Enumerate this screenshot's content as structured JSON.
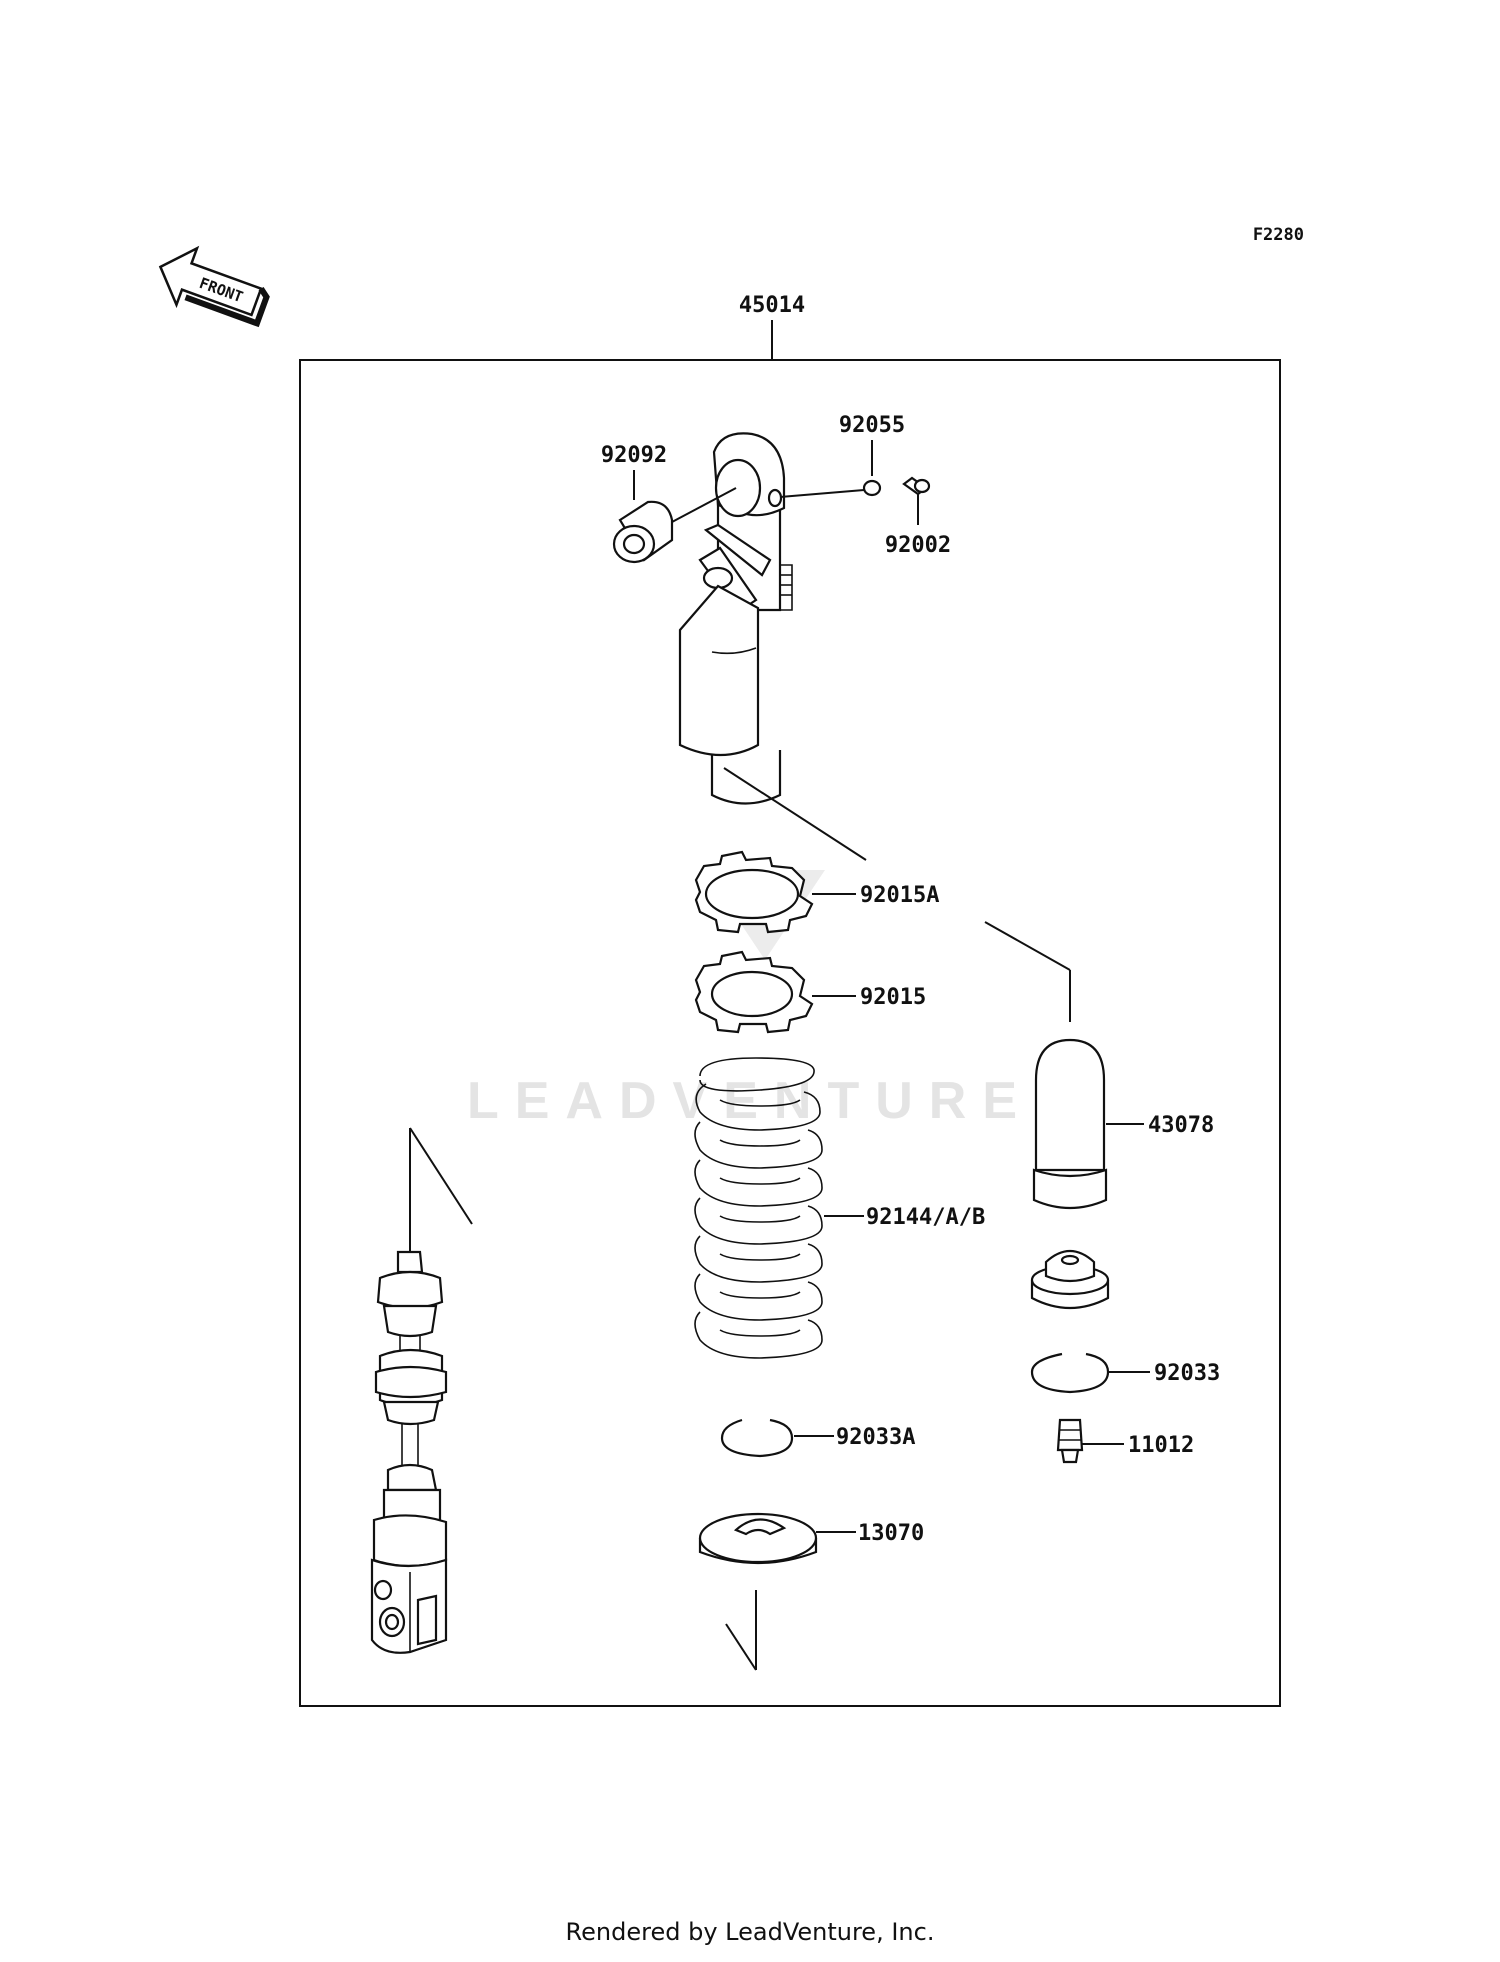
{
  "diagram_code": "F2280",
  "front_label": "FRONT",
  "watermark": "LEADVENTURE",
  "assembly_part": "45014",
  "parts": [
    {
      "number": "92092"
    },
    {
      "number": "92055"
    },
    {
      "number": "92002"
    },
    {
      "number": "92015A"
    },
    {
      "number": "92015"
    },
    {
      "number": "43078"
    },
    {
      "number": "92144/A/B"
    },
    {
      "number": "92033"
    },
    {
      "number": "92033A"
    },
    {
      "number": "11012"
    },
    {
      "number": "13070"
    }
  ],
  "footer": "Rendered by LeadVenture, Inc."
}
